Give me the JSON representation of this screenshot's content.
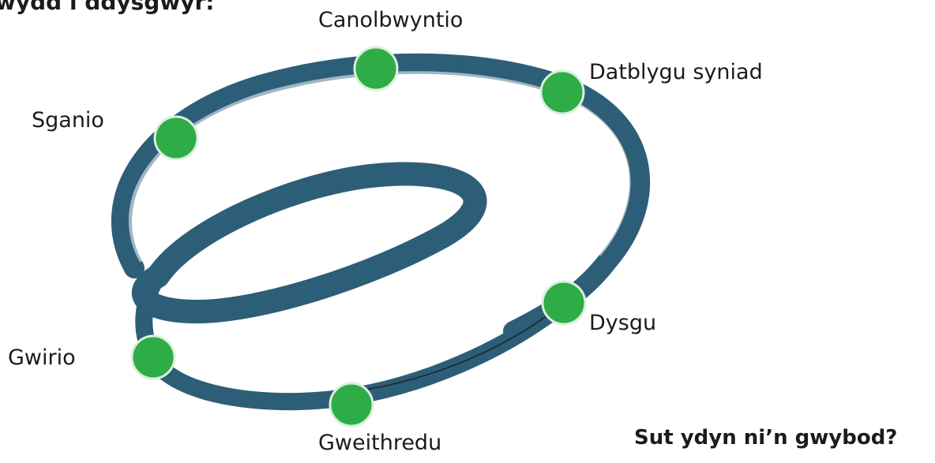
{
  "header": {
    "title": "wydd i ddysgwyr:"
  },
  "question": "Sut ydyn ni’n gwybod?",
  "colors": {
    "ring": "#2d5e78",
    "node_fill": "#2eac45",
    "node_stroke": "#d8f0dc"
  },
  "stages": [
    {
      "id": "canolbwyntio",
      "label": "Canolbwyntio"
    },
    {
      "id": "datblygu",
      "label": "Datblygu syniad"
    },
    {
      "id": "sganio",
      "label": "Sganio"
    },
    {
      "id": "dysgu",
      "label": "Dysgu"
    },
    {
      "id": "gwirio",
      "label": "Gwirio"
    },
    {
      "id": "gweithredu",
      "label": "Gweithredu"
    }
  ]
}
